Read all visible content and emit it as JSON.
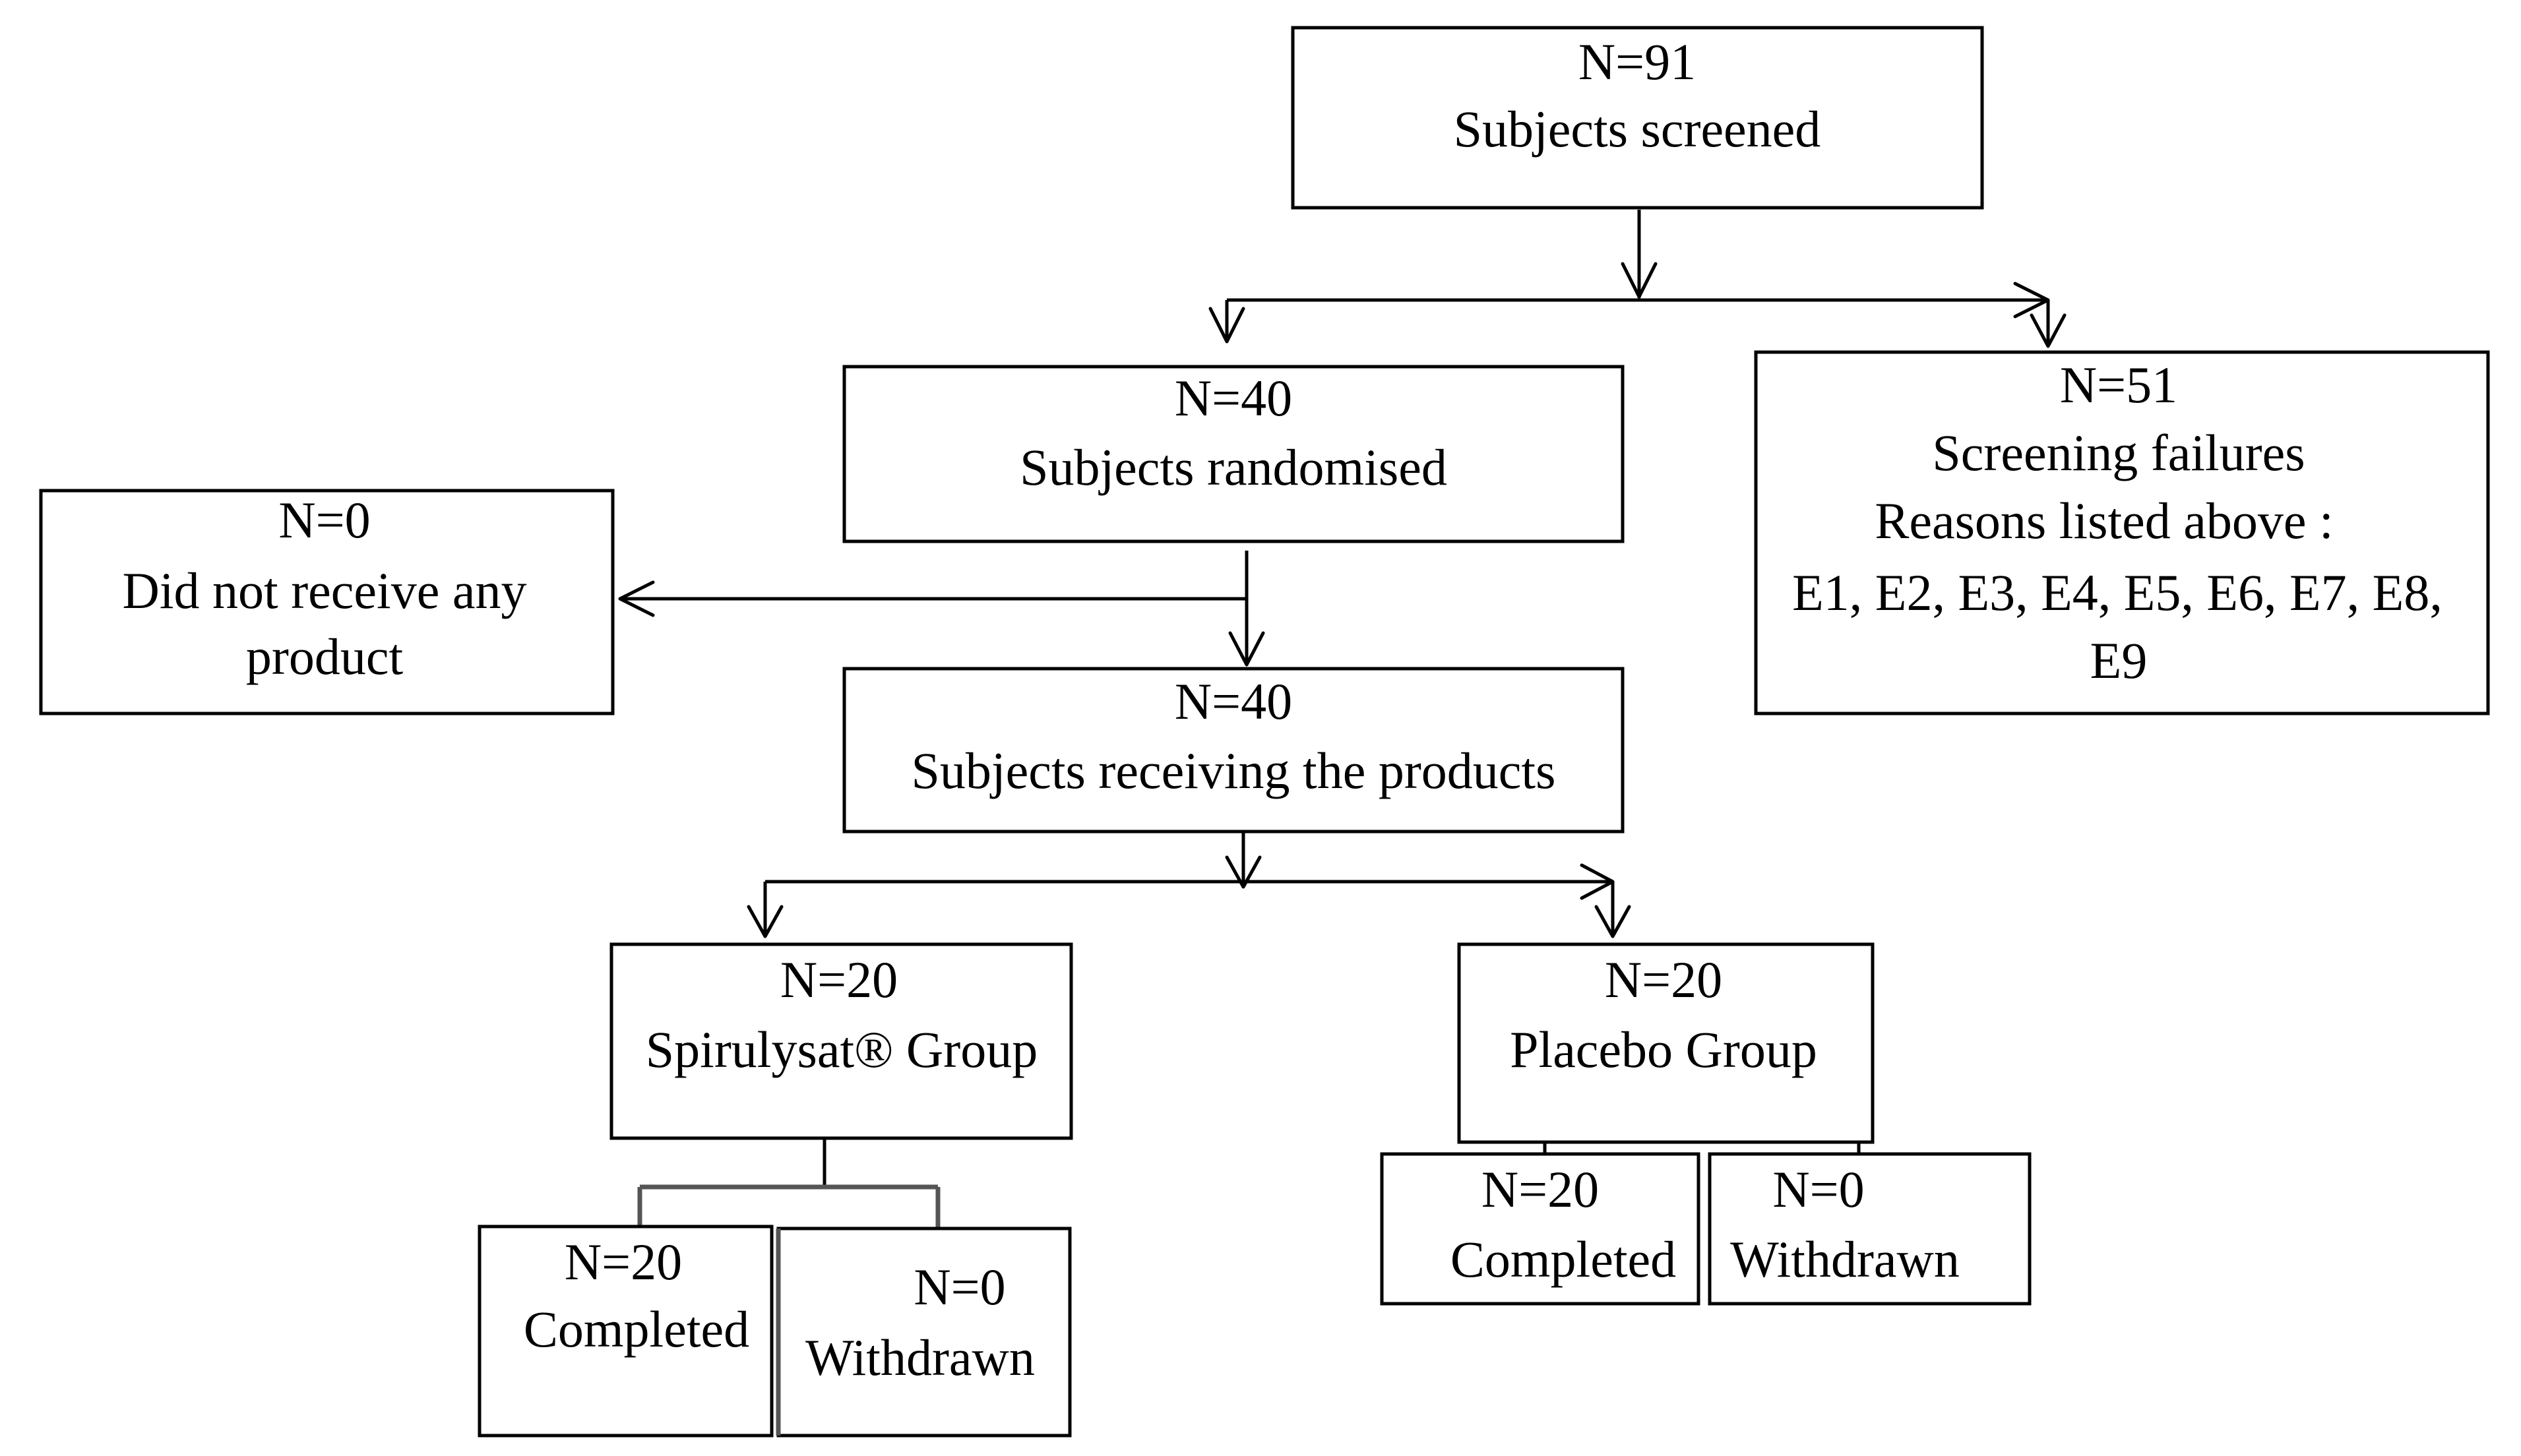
{
  "boxes": {
    "screened": {
      "count": "N=91",
      "lines": [
        "Subjects screened"
      ]
    },
    "randomised": {
      "count": "N=40",
      "lines": [
        "Subjects randomised"
      ]
    },
    "failures": {
      "count": "N=51",
      "lines": [
        "Screening  failures",
        "Reasons  listed  above :",
        "E1, E2, E3, E4, E5, E6, E7, E8,",
        "E9"
      ]
    },
    "no_product": {
      "count": "N=0",
      "lines": [
        "Did not receive  any",
        "product"
      ]
    },
    "receiving": {
      "count": "N=40",
      "lines": [
        "Subjects receiving  the products"
      ]
    },
    "spirulysat": {
      "count": "N=20",
      "lines": [
        "Spirulysat®  Group"
      ]
    },
    "placebo": {
      "count": "N=20",
      "lines": [
        "Placebo  Group"
      ]
    },
    "spiru_completed": {
      "count": "N=20",
      "lines": [
        "Completed"
      ]
    },
    "spiru_withdrawn": {
      "count": "N=0",
      "lines": [
        "Withdrawn"
      ]
    },
    "plac_completed": {
      "count": "N=20",
      "lines": [
        "Completed"
      ]
    },
    "plac_withdrawn": {
      "count": "N=0",
      "lines": [
        "Withdrawn"
      ]
    }
  }
}
